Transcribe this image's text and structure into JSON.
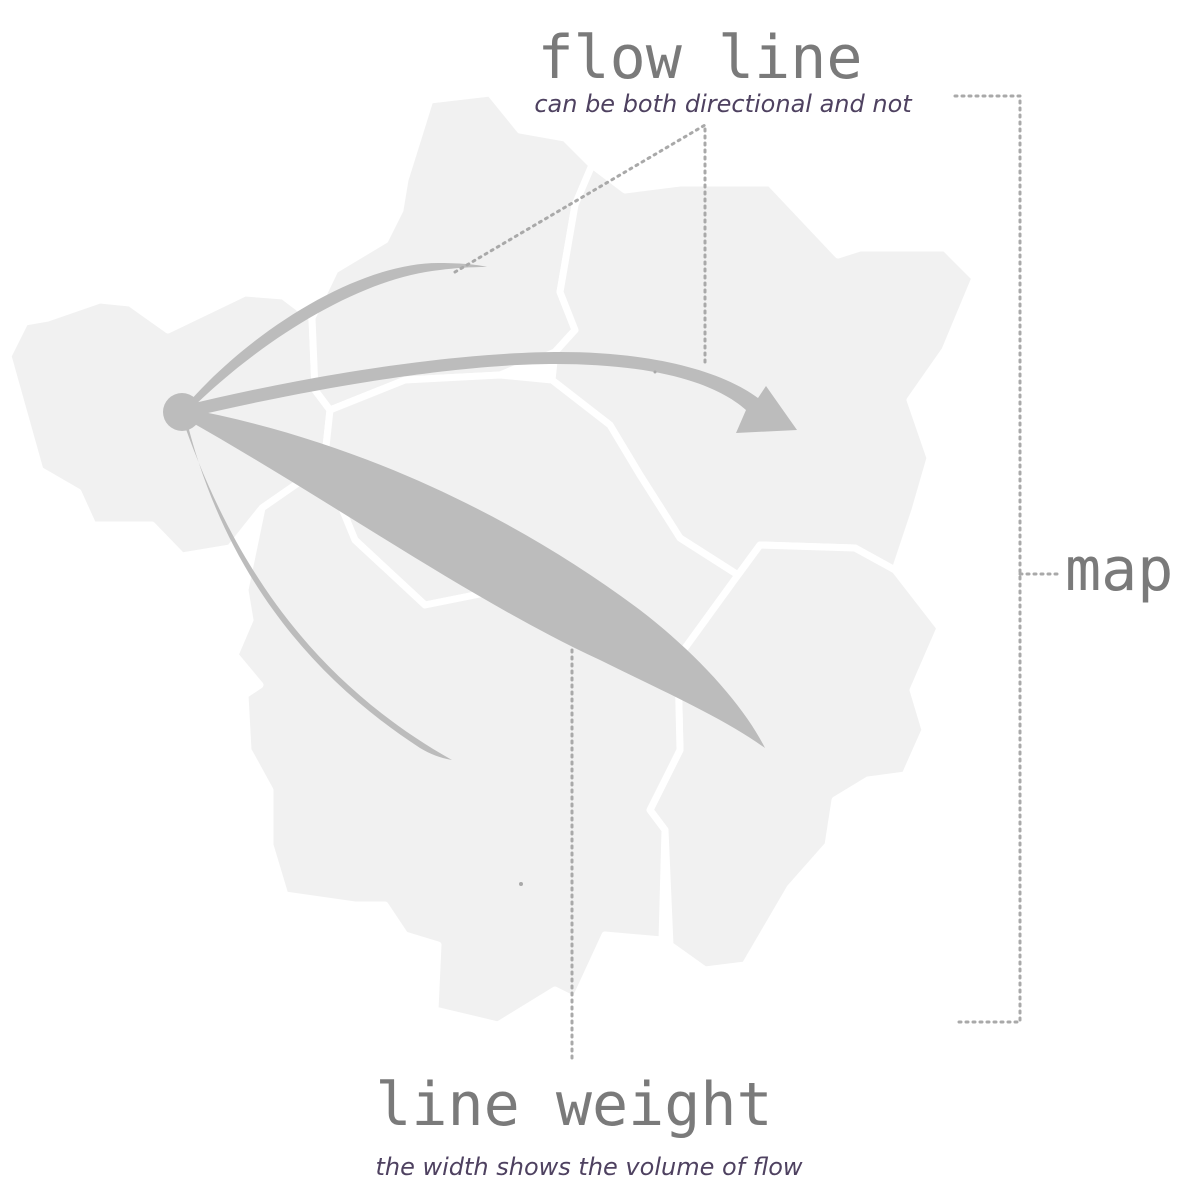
{
  "annotations": {
    "flow_line": {
      "title": "flow line",
      "subtitle": "can be both directional and not"
    },
    "map": {
      "title": "map"
    },
    "line_weight": {
      "title": "line weight",
      "subtitle": "the width shows the volume of flow"
    }
  },
  "colors": {
    "region_fill": "#f1f1f1",
    "region_border": "#ffffff",
    "flow": "#bcbcbc",
    "leader": "#a9a9a9",
    "label": "#7a7a7a",
    "subtitle": "#4e4160"
  }
}
